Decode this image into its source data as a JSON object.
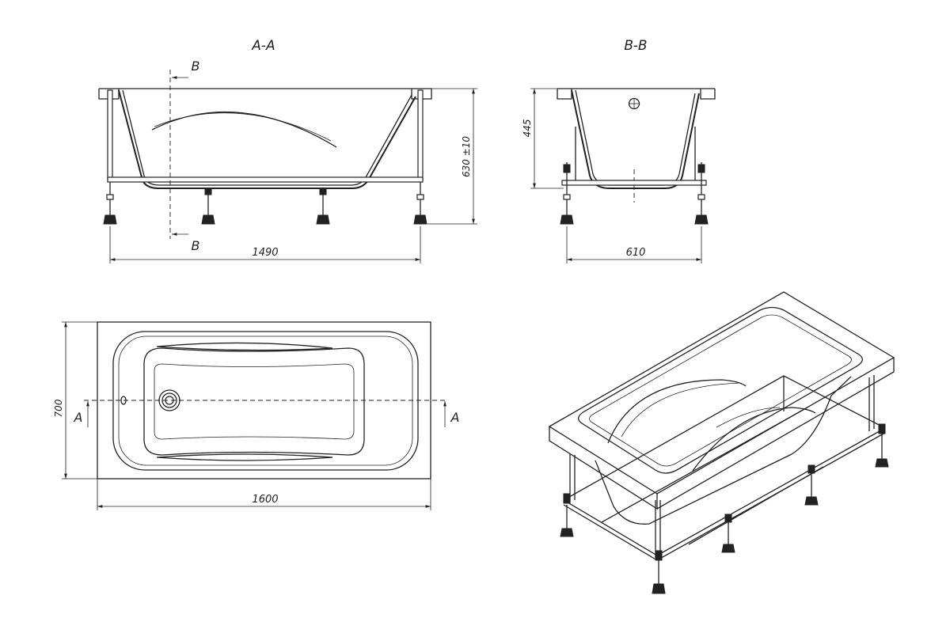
{
  "views": {
    "aa": {
      "title": "A-A",
      "cut_mark": "B",
      "dim_length": "1490",
      "dim_height": "630 ±10"
    },
    "bb": {
      "title": "B-B",
      "dim_depth": "445",
      "dim_width": "610"
    },
    "top": {
      "dim_width": "700",
      "dim_length": "1600",
      "cut_mark": "A"
    },
    "iso": {}
  }
}
